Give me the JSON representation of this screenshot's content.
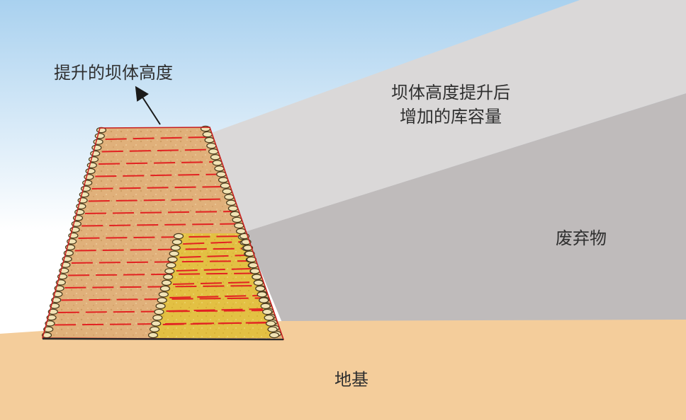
{
  "labels": {
    "raised_dam_height": "提升的坝体高度",
    "added_capacity_line1": "坝体高度提升后",
    "added_capacity_line2": "增加的库容量",
    "waste": "废弃物",
    "foundation": "地基"
  },
  "colors": {
    "sky_top": "#a9d1ef",
    "sky_bottom": "#ffffff",
    "added_capacity": "#dad8d8",
    "waste": "#bfbbbb",
    "foundation": "#f4cd9b",
    "raised_dam": "#e0b07a",
    "original_dam": "#e3c043",
    "reinforcement": "#e22222"
  }
}
